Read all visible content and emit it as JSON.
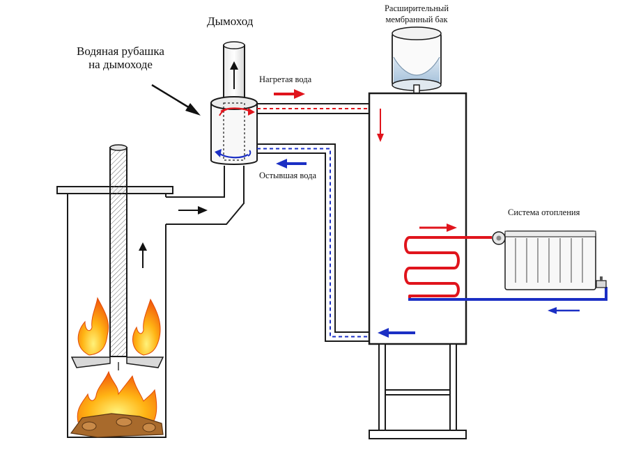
{
  "labels": {
    "chimney": "Дымоход",
    "water_jacket_line1": "Водяная рубашка",
    "water_jacket_line2": "на дымоходе",
    "expansion_tank_line1": "Расширительный",
    "expansion_tank_line2": "мембранный бак",
    "heated_water": "Нагретая вода",
    "cooled_water": "Остывшая вода",
    "heating_system": "Система отопления"
  },
  "colors": {
    "hot": "#e0141c",
    "cold": "#1b2fc4",
    "outline": "#1a1a1a",
    "flame_outer": "#f26a0a",
    "flame_inner": "#ffd21a",
    "wood": "#a86a2c",
    "tank_water": "#bcd3e6"
  },
  "icons": [
    "flame-icon",
    "arrow-icon",
    "valve-icon",
    "radiator-icon"
  ]
}
